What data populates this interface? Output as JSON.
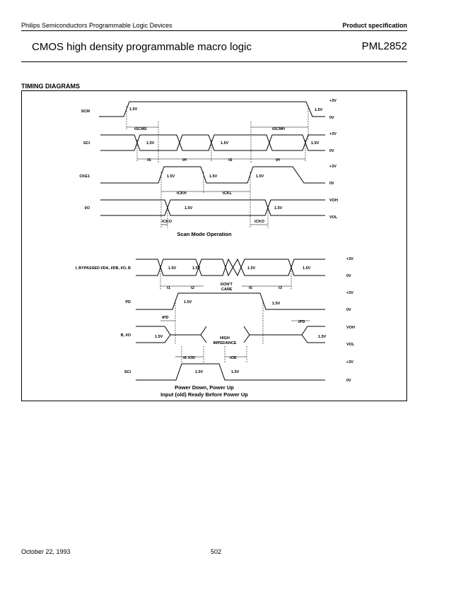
{
  "header": {
    "company": "Philips Semiconductors Programmable Logic Devices",
    "spec": "Product specification",
    "title": "CMOS high density programmable macro logic",
    "part": "PML2852"
  },
  "section_title": "TIMING DIAGRAMS",
  "footer": {
    "date": "October 22, 1993",
    "page": "502"
  },
  "diagram1": {
    "signals": [
      "SCM",
      "SCI",
      "CKE1",
      "I/O"
    ],
    "level_labels": [
      "+3V",
      "0V",
      "+3V",
      "0V",
      "+3V",
      "0V",
      "VOH",
      "VOL"
    ],
    "threshold": "1.5V",
    "timings": [
      "tSCMS",
      "tSCMH",
      "tS",
      "tH",
      "tS",
      "tH",
      "tCKH",
      "tCKL",
      "tCKO",
      "tCKO"
    ],
    "caption": "Scan Mode Operation"
  },
  "diagram2": {
    "signals": [
      "I, BYPASSED I/DA, I/DB, I/O, B",
      "PD",
      "B, I/O",
      "SCI"
    ],
    "level_labels": [
      "+3V",
      "0V",
      "+3V",
      "0V",
      "VOH",
      "VOL",
      "+3V",
      "0V"
    ],
    "threshold": "1.5V",
    "dont_care": [
      "DON'T",
      "CARE"
    ],
    "high_impedance": [
      "HIGH",
      "IMPEDANCE"
    ],
    "timings": [
      "t1",
      "t2",
      "t5",
      "t3",
      "tPD",
      "tPD",
      "t6",
      "tOD",
      "tOE"
    ],
    "caption": [
      "Power Down, Power Up",
      "Input (old) Ready Before Power Up"
    ]
  }
}
